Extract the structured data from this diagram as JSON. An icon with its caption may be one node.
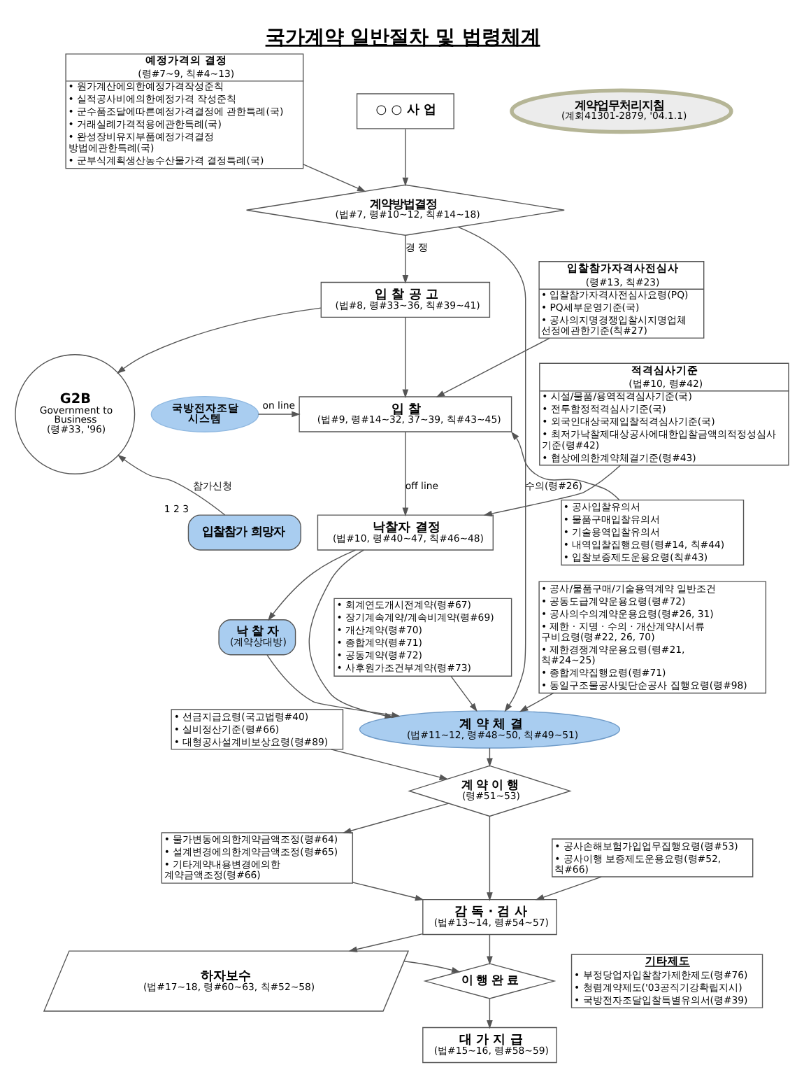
{
  "diagram": {
    "title": "국가계약 일반절차 및 법령체계",
    "nodes": [
      {
        "text": [
          "○ ○ 사 업"
        ]
      },
      {
        "text": [
          "예정가격의 결정",
          "(령#7~9, 칙#4~13)",
          "• 원가계산에의한예정가격작성준칙",
          "• 실적공사비에의한예정가격 작성준칙",
          "• 군수품조달에따른예정가격결정에 관한특례(국)",
          "• 거래실례가격적용에관한특례(국)",
          "• 완성장비유지부품예정가격결정 방법에관한특례(국)",
          "• 군부식계획생산농수산물가격 결정특례(국)"
        ]
      },
      {
        "text": [
          "계약업무처리지침",
          "(계회41301-2879, '04.1.1)"
        ]
      },
      {
        "text": [
          "계약방법결정",
          "(법#7, 령#10~12, 칙#14~18)"
        ]
      },
      {
        "text": [
          "입 찰 공 고",
          "(법#8, 령#33~36, 칙#39~41)"
        ]
      },
      {
        "text": [
          "입찰참가자격사전심사",
          "(령#13, 칙#23)",
          "• 입찰참가자격사전심사요령(PQ)",
          "• PQ세부운영기준(국)",
          "• 공사의지명경쟁입찰시지명업체 선정에관한기준(칙#27)"
        ]
      },
      {
        "text": [
          "G2B",
          "Government to Business",
          "(령#33, '96)"
        ]
      },
      {
        "text": [
          "국방전자조달 시스템"
        ]
      },
      {
        "text": [
          "입 찰",
          "(법#9, 령#14~32, 37~39, 칙#43~45)"
        ]
      },
      {
        "text": [
          "적격심사기준",
          "(법#10, 령#42)",
          "• 시설/물품/용역적격심사기준(국)",
          "• 전투함정적격심사기준(국)",
          "• 외국인대상국제입찰적격심사기준(국)",
          "• 최저가낙찰제대상공사에대한입찰금액의적정성심사기준(령#42)",
          "• 협상에의한계약체결기준(령#43)"
        ]
      },
      {
        "text": [
          "입찰참가 희망자"
        ],
        "beside": [
          "1",
          "2",
          "3"
        ]
      },
      {
        "text": [
          "낙찰자 결정",
          "(법#10, 령#40~47, 칙#46~48)"
        ]
      },
      {
        "text": [
          "• 회계연도개시전계약(령#67)",
          "• 장기계속계약/계속비계약(령#69)",
          "• 개산계약(령#70)",
          "• 종합계약(령#71)",
          "• 공동계약(령#72)",
          "• 사후원가조건부계약(령#73)"
        ]
      },
      {
        "text": [
          "• 공사입찰유의서",
          "• 물품구매입찰유의서",
          "• 기술용역입찰유의서",
          "• 내역입찰집행요령(령#14, 칙#44)",
          "• 입찰보증제도운용요령(칙#43)"
        ]
      },
      {
        "text": [
          "낙 찰 자",
          "(계약상대방)"
        ]
      },
      {
        "text": [
          "계 약 체 결",
          "(법#11~12, 령#48~50, 칙#49~51)"
        ]
      },
      {
        "text": [
          "• 공사/물품구매/기술용역계약 일반조건",
          "• 공동도급계약운용요령(령#72)",
          "• 공사의수의계약운용요령(령#26, 31)",
          "• 제한 · 지명 · 수의 · 개산계약시서류 구비요령(령#22, 26, 70)",
          "• 제한경쟁계약운용요령(령#21, 칙#24~25)",
          "• 종합계약집행요령(령#71)",
          "• 동일구조물공사및단순공사 집행요령(령#98)"
        ]
      },
      {
        "text": [
          "• 선금지급요령(국고법령#40)",
          "• 실비정산기준(령#66)",
          "• 대형공사설계비보상요령(령#89)"
        ]
      },
      {
        "text": [
          "계 약 이 행",
          "(령#51~53)"
        ]
      },
      {
        "text": [
          "• 물가변동에의한계약금액조정(령#64)",
          "• 설계변경에의한계약금액조정(령#65)",
          "• 기타계약내용변경에의한 계약금액조정(령#66)"
        ]
      },
      {
        "text": [
          "• 공사손해보험가입업무집행요령(령#53)",
          "• 공사이행 보증제도운용요령(령#52, 칙#66)"
        ]
      },
      {
        "text": [
          "감 독 · 검 사",
          "(법#13~14, 령#54~57)"
        ]
      },
      {
        "text": [
          "기타제도",
          "• 부정당업자입찰참가제한제도(령#76)",
          "• 청렴계약제도('03공직기강확립지시)",
          "• 국방전자조달입찰특별유의서(령#39)"
        ]
      },
      {
        "text": [
          "하자보수",
          "(법#17~18, 령#60~63, 칙#52~58)"
        ]
      },
      {
        "text": [
          "이 행 완 료"
        ]
      },
      {
        "text": [
          "대 가 지 급",
          "(법#15~16, 령#58~59)"
        ]
      }
    ],
    "edges": [
      {
        "from": 0,
        "to": 3,
        "arrow": "to"
      },
      {
        "from": 1,
        "to": 3,
        "arrow": "to"
      },
      {
        "from": 3,
        "to": 4,
        "arrow": "to",
        "label": "경 쟁"
      },
      {
        "from": 3,
        "to": 15,
        "arrow": "to",
        "label": "수의(령#26)"
      },
      {
        "from": 4,
        "to": 8,
        "arrow": "to"
      },
      {
        "from": 4,
        "to": 6,
        "arrow": "to"
      },
      {
        "from": 5,
        "to": 8,
        "arrow": "to"
      },
      {
        "from": 10,
        "to": 6,
        "arrow": "to",
        "label": "참가신청"
      },
      {
        "from": 7,
        "to": 8,
        "arrow": "to",
        "label": "on line"
      },
      {
        "from": 8,
        "to": 11,
        "arrow": "to",
        "label": "off line"
      },
      {
        "from": 13,
        "to": 8,
        "arrow": "to"
      },
      {
        "from": 9,
        "to": 11,
        "arrow": "to"
      },
      {
        "from": 11,
        "to": 15,
        "arrow": "to"
      },
      {
        "from": 11,
        "to": 14,
        "arrow": "to"
      },
      {
        "from": 14,
        "to": 15,
        "arrow": "to"
      },
      {
        "from": 12,
        "to": 15,
        "arrow": "to"
      },
      {
        "from": 16,
        "to": 15,
        "arrow": "to"
      },
      {
        "from": 15,
        "to": 18,
        "arrow": "to"
      },
      {
        "from": 17,
        "to": 18,
        "arrow": "to"
      },
      {
        "from": 18,
        "to": 19,
        "arrow": "to"
      },
      {
        "from": 19,
        "to": 21,
        "arrow": "to"
      },
      {
        "from": 18,
        "to": 21,
        "arrow": "to"
      },
      {
        "from": 20,
        "to": 21,
        "arrow": "to"
      },
      {
        "from": 21,
        "to": 24,
        "arrow": "to"
      },
      {
        "from": 21,
        "to": 23,
        "arrow": "to"
      },
      {
        "from": 23,
        "to": 24,
        "arrow": "to"
      },
      {
        "from": 24,
        "to": 25,
        "arrow": "to"
      }
    ]
  }
}
